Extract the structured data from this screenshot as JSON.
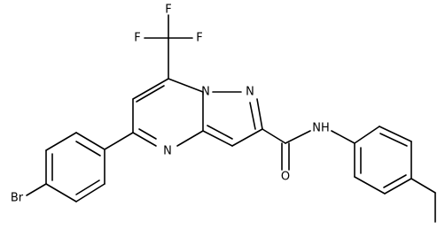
{
  "atoms": {
    "F_top": "F",
    "F_left": "F",
    "F_right": "F",
    "N_bridge": "N",
    "N_pyrazole": "N",
    "N_pyrimidine": "N",
    "N_amide": "NH",
    "O_carbonyl": "O",
    "Br": "Br"
  },
  "colors": {
    "bond": "#000000",
    "label": "#000000",
    "background": "#ffffff"
  }
}
